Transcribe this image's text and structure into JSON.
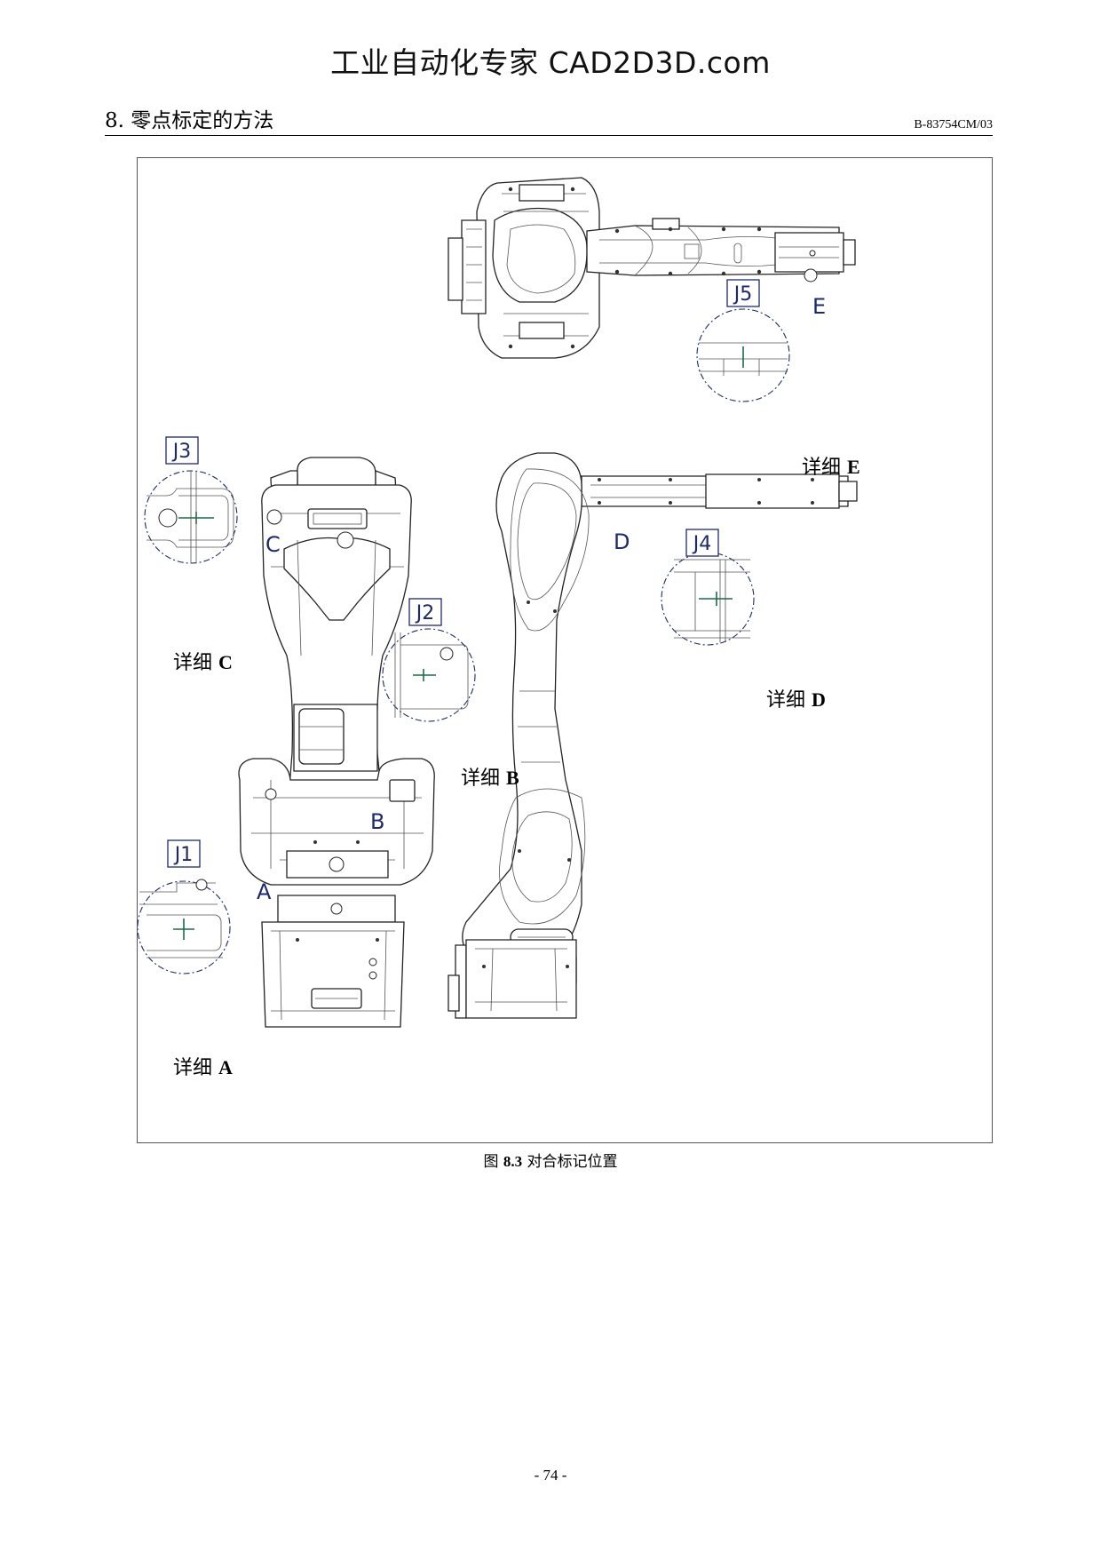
{
  "watermark": "工业自动化专家 CAD2D3D.com",
  "header": {
    "section_title": "8. 零点标定的方法",
    "doc_code": "B-83754CM/03"
  },
  "figure": {
    "caption_prefix": "图",
    "caption_number": "8.3",
    "caption_text": "对合标记位置",
    "axis_labels": [
      "J1",
      "J2",
      "J3",
      "J4",
      "J5"
    ],
    "position_letters": [
      "A",
      "B",
      "C",
      "D",
      "E"
    ],
    "details": [
      {
        "prefix": "详细",
        "letter": "A"
      },
      {
        "prefix": "详细",
        "letter": "B"
      },
      {
        "prefix": "详细",
        "letter": "C"
      },
      {
        "prefix": "详细",
        "letter": "D"
      },
      {
        "prefix": "详细",
        "letter": "E"
      }
    ]
  },
  "page_number": "- 74 -"
}
